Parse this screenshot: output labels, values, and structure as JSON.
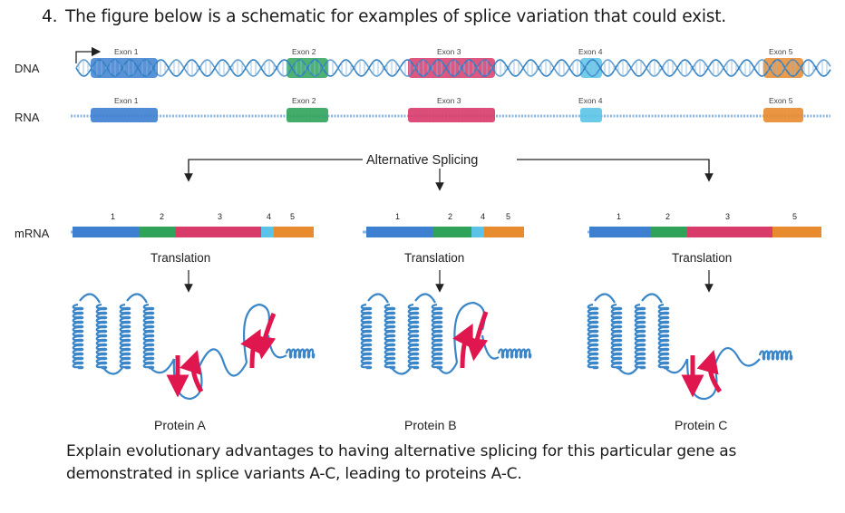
{
  "question": {
    "number": "4.",
    "title": "The figure below is a schematic for examples of splice variation that could exist.",
    "prompt": "Explain evolutionary advantages to having alternative splicing for this particular gene as demonstrated in splice variants A-C, leading to proteins A-C."
  },
  "figure": {
    "row_labels": {
      "dna": "DNA",
      "rna": "RNA",
      "mrna": "mRNA"
    },
    "exons": [
      "Exon 1",
      "Exon 2",
      "Exon 3",
      "Exon 4",
      "Exon 5"
    ],
    "exon_colors": [
      "#3d7fd1",
      "#2fa35a",
      "#d83a6a",
      "#5bc4e6",
      "#e88a2e"
    ],
    "alternative_splicing_label": "Alternative Splicing",
    "variants": [
      {
        "numbers": [
          "1",
          "2",
          "3",
          "4",
          "5"
        ],
        "translation_label": "Translation",
        "protein_label": "Protein A"
      },
      {
        "numbers": [
          "1",
          "2",
          "4",
          "5"
        ],
        "translation_label": "Translation",
        "protein_label": "Protein B"
      },
      {
        "numbers": [
          "1",
          "2",
          "3",
          "5"
        ],
        "translation_label": "Translation",
        "protein_label": "Protein C"
      }
    ]
  }
}
